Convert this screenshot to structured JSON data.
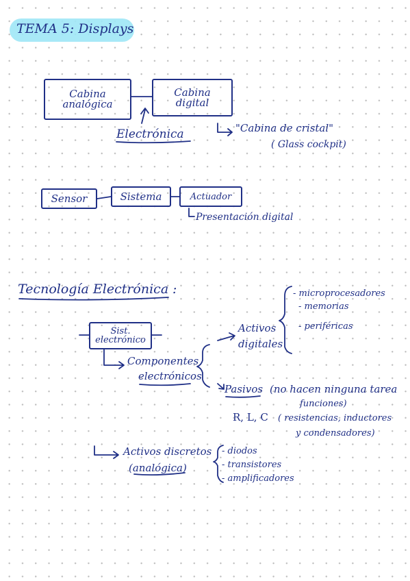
{
  "title": "TEMA 5: Displays",
  "section1": {
    "box_analog": [
      "Cabina",
      "analógica"
    ],
    "box_digital": [
      "Cabina",
      "digital"
    ],
    "electronics_label": "Electrónica",
    "glass_line1": "\"Cabina de cristal\"",
    "glass_line2": "( Glass cockpit)"
  },
  "section2": {
    "box_sensor": "Sensor",
    "box_sistema": "Sistema",
    "box_actuador": "Actuador",
    "note": "Presentación digital"
  },
  "section3": {
    "heading": "Tecnología Electrónica",
    "colon": ":",
    "box_sist": [
      "Sist.",
      "electrónico"
    ],
    "componentes": [
      "Componentes",
      "electrónicos"
    ],
    "activos_digitales": [
      "Activos",
      "digitales"
    ],
    "digital_items": [
      "- microprocesadores",
      "- memorias",
      "- periféricas"
    ],
    "pasivos": "Pasivos",
    "pasivos_note1": "(no hacen ninguna tarea",
    "pasivos_note2": "funciones)",
    "rlc": "R, L, C",
    "rlc_note1": "( resistencias, inductores",
    "rlc_note2": "y condensadores)",
    "activos_discretos": [
      "Activos discretos",
      "(analógica)"
    ],
    "discrete_items": [
      "- diodos",
      "- transistores",
      "- amplificadores"
    ]
  }
}
